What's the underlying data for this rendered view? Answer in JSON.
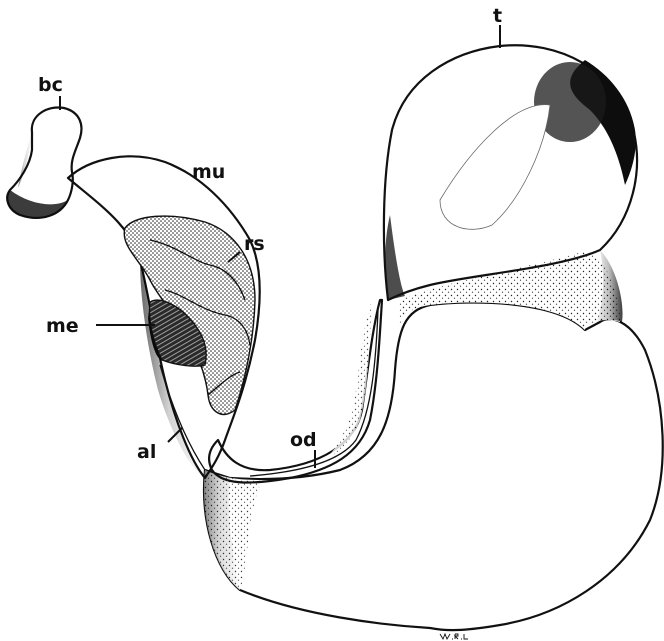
{
  "labels": {
    "bc": "bc",
    "mu": "mu",
    "rs": "rs",
    "me": "me",
    "al": "al",
    "od": "od",
    "t": "t"
  },
  "signature": "W.R.L."
}
